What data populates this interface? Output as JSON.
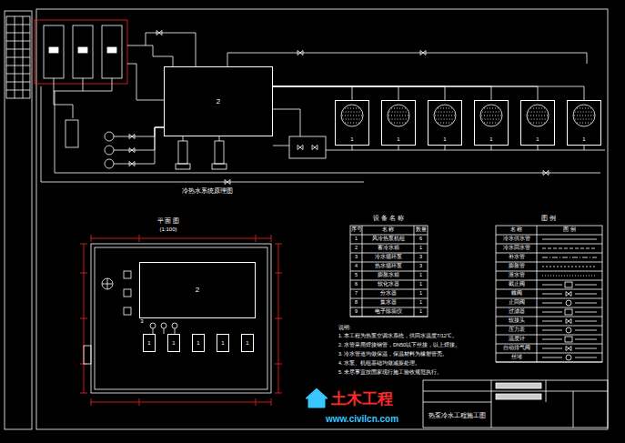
{
  "diagram": {
    "nodes": [
      {
        "text": [
          "2"
        ]
      },
      {
        "text": [
          "1"
        ]
      },
      {
        "text": [
          "1"
        ]
      },
      {
        "text": [
          "1"
        ]
      },
      {
        "text": [
          "1"
        ]
      },
      {
        "text": [
          "1"
        ]
      },
      {
        "text": [
          "1"
        ]
      },
      {
        "text": [
          "2"
        ]
      },
      {
        "text": [
          "1"
        ]
      },
      {
        "text": [
          "1"
        ]
      },
      {
        "text": [
          "1"
        ]
      },
      {
        "text": [
          "1"
        ]
      },
      {
        "text": [
          "1"
        ]
      }
    ],
    "edges": [
      {
        "from": 0,
        "to": 1,
        "arrow": "none"
      },
      {
        "from": 0,
        "to": 2,
        "arrow": "none"
      },
      {
        "from": 0,
        "to": 3,
        "arrow": "none"
      },
      {
        "from": 0,
        "to": 4,
        "arrow": "none"
      },
      {
        "from": 0,
        "to": 5,
        "arrow": "none"
      },
      {
        "from": 0,
        "to": 6,
        "arrow": "none"
      }
    ],
    "labels": [
      "冷热水系统原理图",
      "平 面 图",
      "(1:100)",
      "3",
      "设 备 名 称",
      "序号",
      "名 称",
      "数量",
      "1",
      "风冷热泵机组",
      "6",
      "2",
      "蓄冷水箱",
      "1",
      "3",
      "冷水循环泵",
      "3",
      "4",
      "热水循环泵",
      "3",
      "5",
      "膨胀水箱",
      "1",
      "6",
      "软化水器",
      "1",
      "7",
      "分水器",
      "1",
      "8",
      "集水器",
      "1",
      "9",
      "电子除垢仪",
      "1",
      "图 例",
      "名 称",
      "图 例",
      "说明:",
      "1. 本工程为热泵空调水系统，供回水温度7/12℃。",
      "2. 水管采用焊接钢管，DN50以下丝接，以上焊接。",
      "3. 冷水管道均做保温，保温材料为橡塑管壳。",
      "4. 水泵、机组基础均做减振处理。",
      "5. 未尽事宜按国家现行施工验收规范执行。",
      "热泵冷水工程施工图",
      "土木工程",
      "www.civilcn.com"
    ],
    "legend": [
      {
        "text": "冷水供水管"
      },
      {
        "text": "冷水回水管"
      },
      {
        "text": "补水管"
      },
      {
        "text": "膨胀管"
      },
      {
        "text": "泄水管"
      },
      {
        "text": "截止阀"
      },
      {
        "text": "蝶阀"
      },
      {
        "text": "止回阀"
      },
      {
        "text": "过滤器"
      },
      {
        "text": "软接头"
      },
      {
        "text": "压力表"
      },
      {
        "text": "温度计"
      },
      {
        "text": "自动排气阀"
      },
      {
        "text": "丝堵"
      }
    ]
  }
}
